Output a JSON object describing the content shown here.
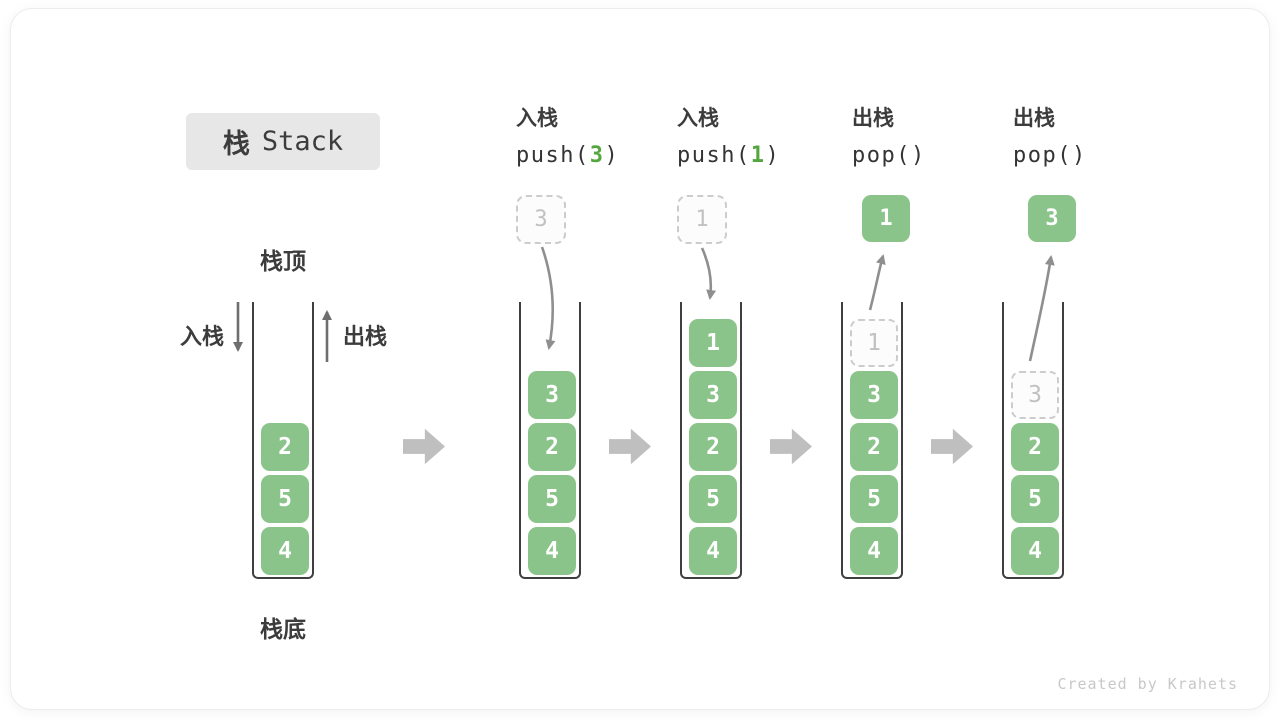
{
  "title": {
    "zh": "栈",
    "en": "Stack"
  },
  "legend": {
    "top": "栈顶",
    "bottom": "栈底",
    "push": "入栈",
    "pop": "出栈"
  },
  "initial_stack": {
    "cells": [
      {
        "v": "2",
        "row": 2
      },
      {
        "v": "5",
        "row": 3
      },
      {
        "v": "4",
        "row": 4
      }
    ]
  },
  "stages": [
    {
      "label": "入栈",
      "code": {
        "pre": "push(",
        "arg": "3",
        "post": ")"
      },
      "floating": {
        "value": "3",
        "variant": "dashed"
      },
      "arrow": "push",
      "cells": [
        {
          "v": "3",
          "row": 1
        },
        {
          "v": "2",
          "row": 2
        },
        {
          "v": "5",
          "row": 3
        },
        {
          "v": "4",
          "row": 4
        }
      ]
    },
    {
      "label": "入栈",
      "code": {
        "pre": "push(",
        "arg": "1",
        "post": ")"
      },
      "floating": {
        "value": "1",
        "variant": "dashed"
      },
      "arrow": "push",
      "cells": [
        {
          "v": "1",
          "row": 0
        },
        {
          "v": "3",
          "row": 1
        },
        {
          "v": "2",
          "row": 2
        },
        {
          "v": "5",
          "row": 3
        },
        {
          "v": "4",
          "row": 4
        }
      ]
    },
    {
      "label": "出栈",
      "code": {
        "pre": "pop(",
        "arg": "",
        "post": ")"
      },
      "floating": {
        "value": "1",
        "variant": "solid"
      },
      "arrow": "pop",
      "cells": [
        {
          "v": "1",
          "row": 0,
          "dashed": true
        },
        {
          "v": "3",
          "row": 1
        },
        {
          "v": "2",
          "row": 2
        },
        {
          "v": "5",
          "row": 3
        },
        {
          "v": "4",
          "row": 4
        }
      ]
    },
    {
      "label": "出栈",
      "code": {
        "pre": "pop(",
        "arg": "",
        "post": ")"
      },
      "floating": {
        "value": "3",
        "variant": "solid"
      },
      "arrow": "pop",
      "cells": [
        {
          "v": "3",
          "row": 1,
          "dashed": true
        },
        {
          "v": "2",
          "row": 2
        },
        {
          "v": "5",
          "row": 3
        },
        {
          "v": "4",
          "row": 4
        }
      ]
    }
  ],
  "watermark": "Created by Krahets",
  "colors": {
    "green": "#8bc48a",
    "green-dark": "#55a63e",
    "arrow-gray": "#8f8f8f",
    "arrow-dark": "#6e6e6e",
    "chevron": "#bfbfbf",
    "dashed-border": "#cccccc",
    "dashed-text": "#c1c1c1",
    "text-dark": "#3c3c3c",
    "title-bg": "#e7e7e7",
    "watermark": "#c8c8c8",
    "wall": "#3f3f3f"
  }
}
